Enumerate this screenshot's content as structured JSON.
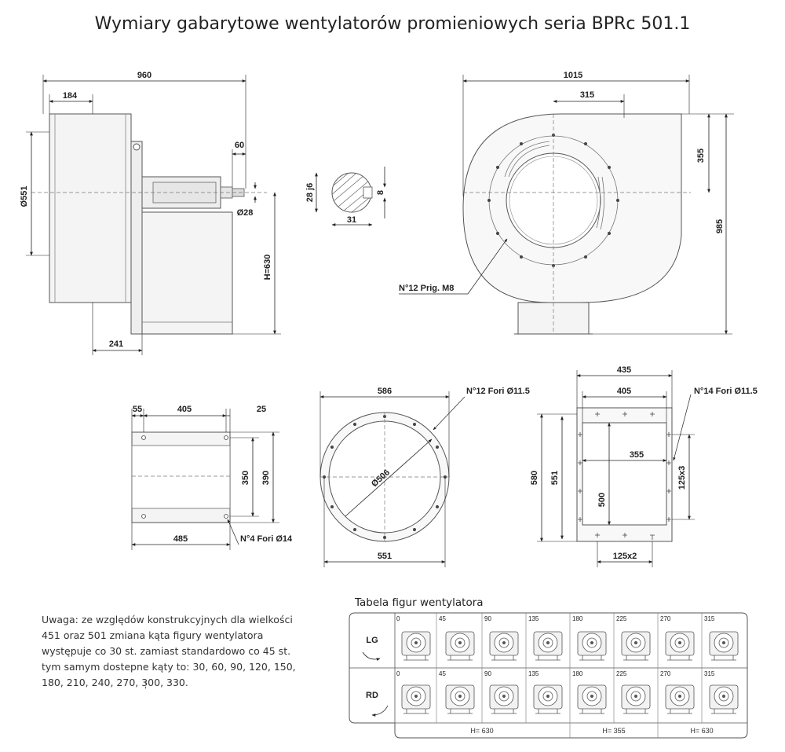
{
  "title": "Wymiary gabarytowe wentylatorów promieniowych seria BPRc 501.1",
  "side_view": {
    "dims": {
      "total_length": "960",
      "inlet_offset": "184",
      "shaft_protrusion": "60",
      "shaft_dia": "Ø28",
      "inlet_dia": "Ø551",
      "height": "H=630",
      "base_offset": "241"
    }
  },
  "shaft_key": {
    "d1": "28 j6",
    "d2": "8",
    "d3": "31"
  },
  "front_view": {
    "dims": {
      "width": "1015",
      "outlet_offset": "315",
      "top_offset": "355",
      "height": "985",
      "bolts": "N°12 Prig. M8"
    }
  },
  "base_view": {
    "dims": {
      "a": "55",
      "b": "405",
      "c": "25",
      "d": "350",
      "e": "390",
      "f": "485",
      "holes": "N°4 Fori Ø14"
    }
  },
  "inlet_flange": {
    "dims": {
      "outer": "586",
      "dia": "Ø506",
      "inner": "551",
      "holes": "N°12 Fori Ø11.5"
    }
  },
  "outlet_flange": {
    "dims": {
      "w_outer": "435",
      "w_mid": "405",
      "w_inner": "355",
      "h_outer": "580",
      "h_mid": "551",
      "h_inner": "500",
      "pitch_v": "125x3",
      "pitch_h": "125x2",
      "holes": "N°14 Fori Ø11.5"
    }
  },
  "note": "Uwaga: ze względów konstrukcyjnych dla wielkości 451 oraz 501 zmiana kąta figury wentylatora występuje co 30 st. zamiast standardowo co 45 st. tym samym dostepne kąty to: 30, 60, 90, 120, 150, 180, 210, 240, 270, 300, 330.",
  "note_mark": ";",
  "figure_table": {
    "title": "Tabela figur wentylatora",
    "rows": [
      "LG",
      "RD"
    ],
    "angles": [
      "0",
      "45",
      "90",
      "135",
      "180",
      "225",
      "270",
      "315"
    ],
    "heights": [
      "H= 630",
      "H= 355",
      "H= 630"
    ]
  }
}
